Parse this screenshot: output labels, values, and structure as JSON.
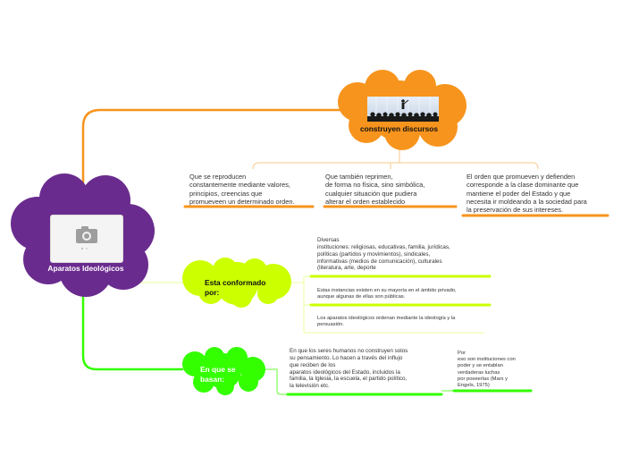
{
  "colors": {
    "central_node": "#6a2b8e",
    "orange_branch": "#f7941d",
    "yellow_green_branch": "#ccff00",
    "green_branch": "#33ff00"
  },
  "root": {
    "label": "Aparatos Ideológicos",
    "image_icon": "camera-icon"
  },
  "discursos": {
    "label": "construyen discursos",
    "image_icon": "concert-audience-image",
    "children": [
      "Que se reproducen\nconstantemente mediante valores,\nprincipios, creencias que\npromueveen un determinado orden.",
      "Que también reprimen,\nde forma no física, sino simbólica,\ncualquier situación que pudiera\nalterar el orden establecido",
      "El orden que promueven y defienden\ncorresponde a la clase dominante que\nmantiene el poder del Estado y que\nnecesita ir moldeando a la sociedad para\nla preservación de sus intereses."
    ]
  },
  "conformado": {
    "label": "Esta conformado\npor:",
    "children": [
      "Diversas\ninstituciones: religiosas, educativas, familia, jurídicas,\npolíticas (partidos y movimientos), sindicales,\ninformativas (medios de comunicación), culturales\n(literatura, arte, deporte",
      "Estas instancias existen en su mayoría en el ámbito privado,\naunque algunas de ellas son públicas.",
      "Los aparatos ideológicos ordenan mediante la ideología y la\npersuasión."
    ]
  },
  "basan": {
    "label": "En que se\nbasan:",
    "child": "En que los seres humanos no construyen solos\nsu pensamiento. Lo hacen a través del influjo\nque reciben de los\naparatos ideológicos del Estado, incluidos la\nfamilia, la Iglesia, la escuela, el partido político,\nla televisión etc.",
    "grandchild": "Por\neso son instituciones con\npoder y se entablan\nverdaderas luchas\npor poseerlas (Marx y\nEngels, 1975)"
  }
}
